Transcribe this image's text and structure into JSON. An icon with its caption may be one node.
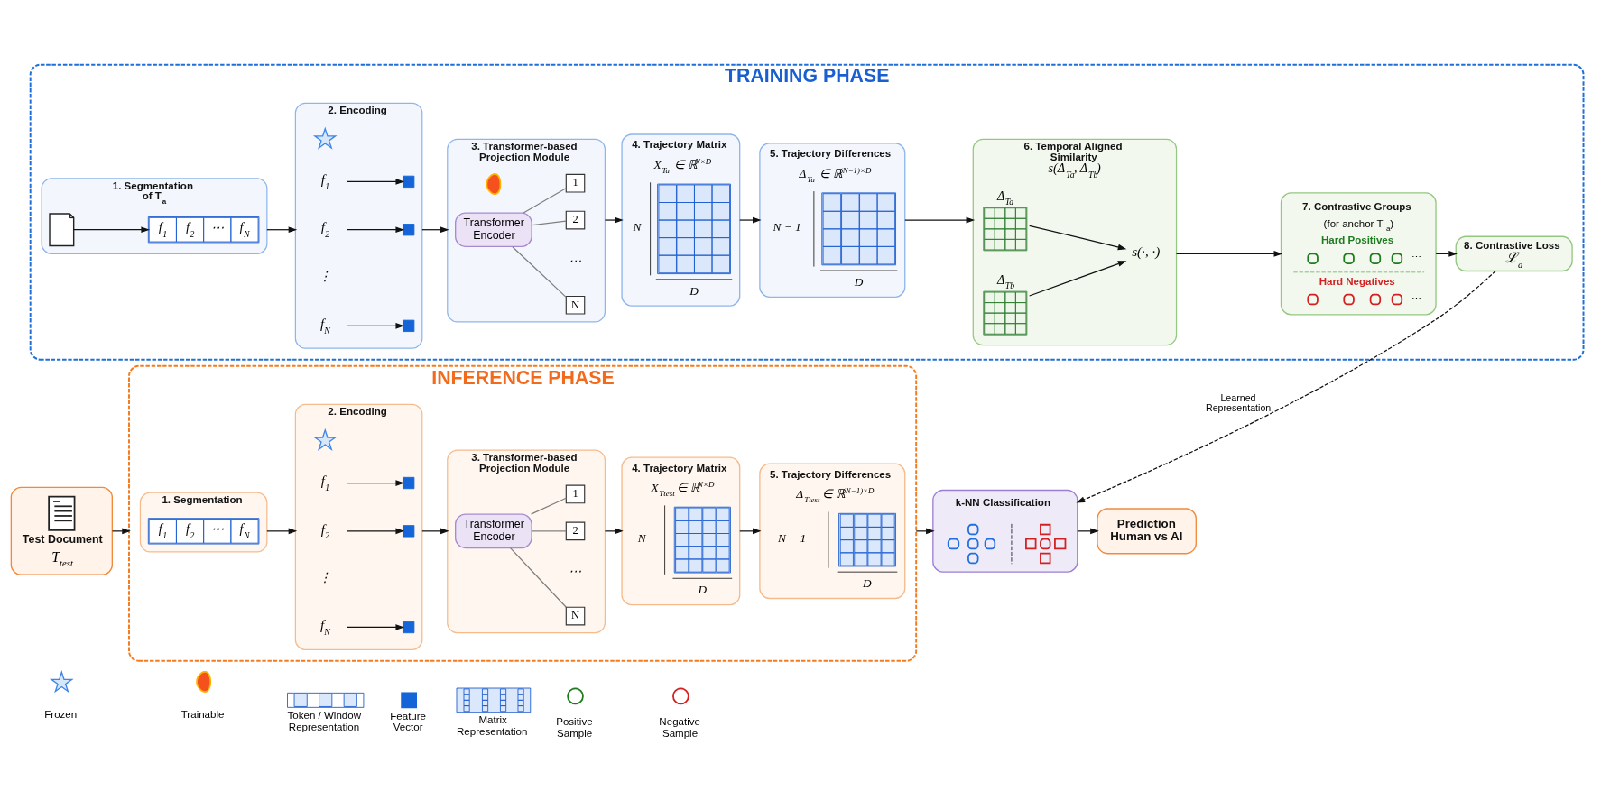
{
  "diagram": {
    "nodes": [
      {
        "text": [
          "TRAINING PHASE"
        ]
      },
      {
        "text": [
          "1. Segmentation of T$_{a}$"
        ],
        "in": 0
      },
      {
        "text": [],
        "shape": "document",
        "in": 1
      },
      {
        "text": [
          "f$_{1}$",
          "f$_{2}$",
          "⋯",
          "f$_{N}$"
        ],
        "in": 1
      },
      {
        "text": [
          "2. Encoding"
        ],
        "in": 0
      },
      {
        "text": [
          "f$_{1}$"
        ],
        "in": 4
      },
      {
        "text": [],
        "shape": "box",
        "in": 4
      },
      {
        "text": [
          "f$_{2}$"
        ],
        "in": 4
      },
      {
        "text": [],
        "shape": "box",
        "in": 4
      },
      {
        "text": [
          "f$_{N}$"
        ],
        "in": 4
      },
      {
        "text": [],
        "shape": "box",
        "in": 4
      },
      {
        "text": [
          "3. Transformer-based Projection Module"
        ],
        "in": 0
      },
      {
        "text": [
          "Transformer Encoder"
        ],
        "in": 11
      },
      {
        "text": [
          "1"
        ],
        "in": 11
      },
      {
        "text": [
          "2"
        ],
        "in": 11
      },
      {
        "text": [
          "N"
        ],
        "in": 11
      },
      {
        "text": [
          "4. Trajectory Matrix",
          "X$_{Ta}$ ∈ ℝ$^{N×D}$",
          "N",
          "D"
        ],
        "in": 0
      },
      {
        "text": [
          "5. Trajectory Differences",
          "Δ$_{Ta}$ ∈ ℝ$^{(N−1)×D}$",
          "N − 1",
          "D"
        ],
        "in": 0
      },
      {
        "text": [
          "6. Temporal Aligned Similarity",
          "s(Δ$_{Ta}$, Δ$_{Tb}$)"
        ],
        "in": 0
      },
      {
        "text": [
          "Δ$_{Ta}$"
        ],
        "in": 18
      },
      {
        "text": [
          "Δ$_{Tb}$"
        ],
        "in": 18
      },
      {
        "text": [
          "s(·, ·)"
        ],
        "in": 18
      },
      {
        "text": [
          "7. Contrastive Groups",
          "(for anchor T$_{a}$)",
          "Hard Positives",
          "⋯",
          "Hard Negatives",
          "⋯"
        ],
        "in": 0
      },
      {
        "text": [
          "8. Contrastive Loss",
          "ℒ$_{a}$"
        ],
        "in": 0
      },
      {
        "text": [
          "Test Document",
          "T$_{test}$"
        ]
      },
      {
        "text": [
          "INFERENCE PHASE"
        ]
      },
      {
        "text": [
          "1. Segmentation"
        ],
        "in": 25
      },
      {
        "text": [
          "f$_{1}$",
          "f$_{2}$",
          "⋯",
          "f$_{N}$"
        ],
        "in": 26
      },
      {
        "text": [
          "2. Encoding"
        ],
        "in": 25
      },
      {
        "text": [
          "f$_{1}$"
        ],
        "in": 28
      },
      {
        "text": [],
        "shape": "box",
        "in": 28
      },
      {
        "text": [
          "f$_{2}$"
        ],
        "in": 28
      },
      {
        "text": [],
        "shape": "box",
        "in": 28
      },
      {
        "text": [
          "f$_{N}$"
        ],
        "in": 28
      },
      {
        "text": [],
        "shape": "box",
        "in": 28
      },
      {
        "text": [
          "3. Transformer-based Projection Module"
        ],
        "in": 25
      },
      {
        "text": [
          "Transformer Encoder"
        ],
        "in": 35
      },
      {
        "text": [
          "1"
        ],
        "in": 35
      },
      {
        "text": [
          "2"
        ],
        "in": 35
      },
      {
        "text": [
          "N"
        ],
        "in": 35
      },
      {
        "text": [
          "4. Trajectory Matrix",
          "X$_{Ttest}$ ∈ ℝ$^{N×D}$",
          "N",
          "D"
        ],
        "in": 25
      },
      {
        "text": [
          "5. Trajectory Differences",
          "Δ$_{Ttest}$ ∈ ℝ$^{(N−1)×D}$",
          "N − 1",
          "D"
        ],
        "in": 25
      },
      {
        "text": [
          "k-NN Classification"
        ]
      },
      {
        "text": [
          "Prediction Human vs AI"
        ]
      }
    ],
    "edges": [
      {
        "from": 2,
        "to": 3,
        "arrow": "to"
      },
      {
        "from": 1,
        "to": 4,
        "arrow": "to"
      },
      {
        "from": 5,
        "to": 6,
        "arrow": "to"
      },
      {
        "from": 7,
        "to": 8,
        "arrow": "to"
      },
      {
        "from": 9,
        "to": 10,
        "arrow": "to"
      },
      {
        "from": 4,
        "to": 11,
        "arrow": "to"
      },
      {
        "from": 12,
        "to": 13,
        "arrow": "none",
        "color": "#808080"
      },
      {
        "from": 12,
        "to": 14,
        "arrow": "none",
        "color": "#808080"
      },
      {
        "from": 12,
        "to": 15,
        "arrow": "none",
        "color": "#808080"
      },
      {
        "from": 11,
        "to": 16,
        "arrow": "to"
      },
      {
        "from": 16,
        "to": 17,
        "arrow": "to"
      },
      {
        "from": 17,
        "to": 18,
        "arrow": "to"
      },
      {
        "from": 19,
        "to": 21,
        "arrow": "to"
      },
      {
        "from": 20,
        "to": 21,
        "arrow": "to"
      },
      {
        "from": 18,
        "to": 22,
        "arrow": "to"
      },
      {
        "from": 22,
        "to": 23,
        "arrow": "to"
      },
      {
        "from": 24,
        "to": 25,
        "arrow": "to"
      },
      {
        "from": 26,
        "to": 28,
        "arrow": "to"
      },
      {
        "from": 29,
        "to": 30,
        "arrow": "to"
      },
      {
        "from": 31,
        "to": 32,
        "arrow": "to"
      },
      {
        "from": 33,
        "to": 34,
        "arrow": "to"
      },
      {
        "from": 28,
        "to": 35,
        "arrow": "to"
      },
      {
        "from": 36,
        "to": 37,
        "arrow": "none",
        "color": "#808080"
      },
      {
        "from": 36,
        "to": 38,
        "arrow": "none",
        "color": "#808080"
      },
      {
        "from": 36,
        "to": 39,
        "arrow": "none",
        "color": "#808080"
      },
      {
        "from": 35,
        "to": 40,
        "arrow": "to"
      },
      {
        "from": 40,
        "to": 41,
        "arrow": "to"
      },
      {
        "from": 25,
        "to": 42,
        "arrow": "to"
      },
      {
        "from": 42,
        "to": 43,
        "arrow": "to"
      },
      {
        "from": 23,
        "to": 42,
        "arrow": "to",
        "style": "dashed",
        "label": "Learned Representation"
      }
    ],
    "labels": [
      "⋮",
      "⋯",
      "⋮",
      "⋯"
    ],
    "legend": [
      {
        "text": "Frozen"
      },
      {
        "text": "Trainable"
      },
      {
        "text": "Token / Window Representation"
      },
      {
        "text": "Feature Vector",
        "color": "#1565d8"
      },
      {
        "text": "Matrix Representation"
      },
      {
        "text": "Positive Sample"
      },
      {
        "text": "Negative Sample"
      }
    ]
  }
}
